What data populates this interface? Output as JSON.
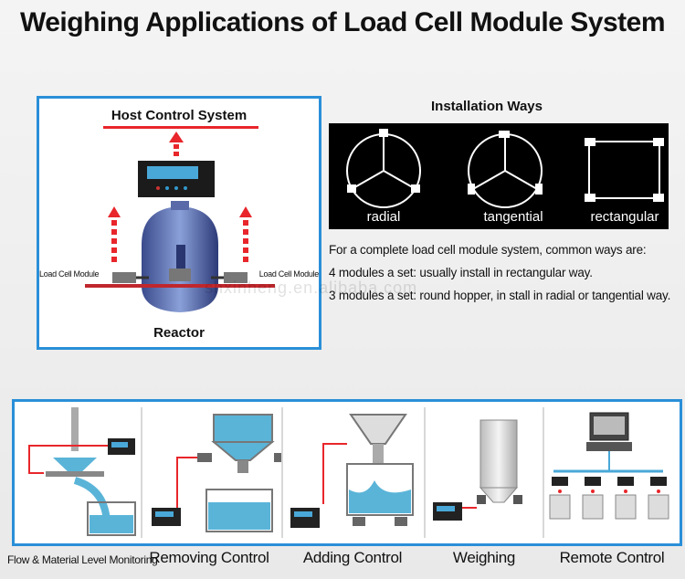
{
  "title": "Weighing Applications of Load Cell Module System",
  "reactor": {
    "host_label": "Host Control System",
    "load_cell_left": "Load Cell Module",
    "load_cell_right": "Load Cell Module",
    "reactor_label": "Reactor"
  },
  "installation": {
    "title": "Installation Ways",
    "ways": [
      "radial",
      "tangential",
      "rectangular"
    ]
  },
  "description": {
    "line1": "For a complete load cell module system, common ways are:",
    "line2": "4 modules a set: usually install in rectangular way.",
    "line3": "3 modules a set: round hopper, in stall in radial or tangential way."
  },
  "watermarks": [
    "shxinheng.en.alibaba.com"
  ],
  "applications": [
    "Flow & Material Level Monitoring",
    "Removing Control",
    "Adding Control",
    "Weighing",
    "Remote Control"
  ],
  "colors": {
    "accent_blue": "#2a8fd8",
    "signal_red": "#e8262b",
    "liquid_cyan": "#5ab4d8"
  }
}
